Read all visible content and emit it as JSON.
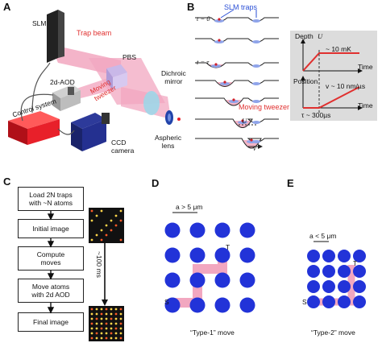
{
  "panels": {
    "a": "A",
    "b": "B",
    "c": "C",
    "d": "D",
    "e": "E"
  },
  "panel_a": {
    "slm": "SLM",
    "trap_beam": "Trap beam",
    "pbs": "PBS",
    "aod": "2d-AOD",
    "moving_tweezer": "Moving\ntweezer",
    "dichroic": "Dichroic\nmirror",
    "control": "Control system",
    "ccd": "CCD\ncamera",
    "aspheric": "Aspheric\nlens"
  },
  "panel_b": {
    "t0": "t = 0",
    "ttau": "t = τ",
    "slm_traps": "SLM traps",
    "moving_tweezer": "Moving tweezer",
    "u_label": "U",
    "v_label": "v",
    "depth_axis": "Depth",
    "u_axis": "U",
    "depth_value": "~ 10 mK",
    "time1": "Time",
    "position_axis": "Position",
    "velocity": "v ~ 10 nm/µs",
    "time2": "Time",
    "tau_value": "τ ~ 300µs"
  },
  "panel_c": {
    "steps": [
      "Load 2N traps\nwith ~N atoms",
      "Initial image",
      "Compute\nmoves",
      "Move atoms\nwith 2d AOD",
      "Final image"
    ],
    "duration": "~100 ms"
  },
  "panel_d": {
    "spacing": "a > 5 μm",
    "target": "T",
    "source": "S",
    "caption": "“Type-1” move"
  },
  "panel_e": {
    "spacing": "a < 5 μm",
    "target": "T",
    "source": "S",
    "caption": "“Type-2” move"
  },
  "colors": {
    "beam_pink": "#f2a7c0",
    "atom_blue": "#2233d8",
    "control_red": "#e8202a",
    "accent_red": "#e0302f",
    "label_blue": "#2a4fd6"
  }
}
